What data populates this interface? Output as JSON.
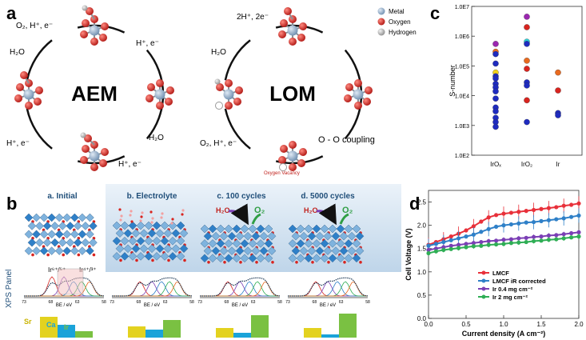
{
  "panel_a": {
    "letter": "a",
    "aem_label": "AEM",
    "lom_label": "LOM",
    "aem_steps": [
      "O₂, H⁺, e⁻",
      "H⁺, e⁻",
      "H₂O",
      "H⁺, e⁻",
      "H₂O",
      "H⁺, e⁻"
    ],
    "lom_steps": [
      "2H⁺, 2e⁻",
      "H₂O",
      "O₂, H⁺, e⁻",
      "O - O coupling"
    ],
    "oxygen_vacancy": "Oxygen Vacancy",
    "legend": [
      "Metal",
      "Oxygen",
      "Hydrogen"
    ],
    "colors": {
      "metal": "#8aa9c9",
      "oxygen": "#d8241f",
      "hydrogen": "#b9b9b9"
    }
  },
  "panel_b": {
    "letter": "b",
    "titles": [
      "a. Initial",
      "b. Electrolyte",
      "c. 100 cycles",
      "d. 5000 cycles"
    ],
    "species": [
      "H₂O",
      "O₂"
    ],
    "peak_labels": [
      "Ir⁶⁺/⁵⁺",
      "Ir⁴⁺/³⁺"
    ],
    "axis_label": "BE / eV",
    "axis_ticks": [
      "73",
      "68",
      "63",
      "58"
    ],
    "side_label": "XPS Panel",
    "element_labels": [
      "Sr",
      "Ca",
      "Ir"
    ],
    "bar_colors": [
      "#e3d21f",
      "#1aa3d9",
      "#7ac142"
    ]
  },
  "panel_c": {
    "letter": "c",
    "ylabel": "S-number",
    "y_ticks": [
      "1.0E2",
      "1.0E3",
      "1.0E4",
      "1.0E5",
      "1.0E6",
      "1.0E7"
    ],
    "categories": [
      "IrOₓ",
      "IrO₂",
      "Ir"
    ]
  },
  "panel_d": {
    "letter": "d",
    "xlabel": "Current density (A cm⁻²)",
    "ylabel": "Cell Voltage (V)",
    "x_ticks": [
      "0.0",
      "0.5",
      "1.0",
      "1.5",
      "2.0"
    ],
    "y_ticks": [
      "0.0",
      "0.5",
      "1.0",
      "1.5",
      "2.0",
      "2.5"
    ],
    "legend": [
      "LMCF",
      "LMCF iR corrected",
      "Ir 0.4 mg cm⁻²",
      "Ir 2 mg cm⁻²"
    ]
  },
  "chart_data": [
    {
      "type": "scatter",
      "ylabel": "S-number",
      "log_y": true,
      "ylim": [
        100,
        10000000
      ],
      "categories": [
        "IrOₓ",
        "IrO₂",
        "Ir"
      ],
      "series": [
        {
          "category": "IrOₓ",
          "values": [
            550000,
            300000,
            250000,
            120000,
            60000,
            45000,
            38000,
            25000,
            19000,
            14000,
            8000,
            4000,
            3000,
            1800,
            1300,
            900
          ],
          "colors": [
            "#9b27b0",
            "#e86a1f",
            "#1e2bbf",
            "#1e2bbf",
            "#f2d21b",
            "#1e2bbf",
            "#1e2bbf",
            "#1e2bbf",
            "#1e2bbf",
            "#1e2bbf",
            "#1e2bbf",
            "#1e2bbf",
            "#1e2bbf",
            "#1e2bbf",
            "#1e2bbf",
            "#1e2bbf"
          ]
        },
        {
          "category": "IrO₂",
          "values": [
            4500000,
            2000000,
            650000,
            550000,
            150000,
            80000,
            28000,
            22000,
            7000,
            1300
          ],
          "colors": [
            "#9b27b0",
            "#d8241f",
            "#2bd0d8",
            "#1e2bbf",
            "#e86a1f",
            "#d8241f",
            "#1e2bbf",
            "#1e2bbf",
            "#d8241f",
            "#1e2bbf"
          ]
        },
        {
          "category": "Ir",
          "values": [
            60000,
            15000,
            2600,
            2200
          ],
          "colors": [
            "#e86a1f",
            "#d8241f",
            "#1e2bbf",
            "#1e2bbf"
          ]
        }
      ]
    },
    {
      "type": "line",
      "xlabel": "Current density (A cm⁻²)",
      "ylabel": "Cell Voltage (V)",
      "xlim": [
        0,
        2
      ],
      "ylim": [
        0,
        2.75
      ],
      "x": [
        0,
        0.1,
        0.2,
        0.3,
        0.4,
        0.5,
        0.6,
        0.7,
        0.8,
        0.9,
        1.0,
        1.1,
        1.2,
        1.3,
        1.4,
        1.5,
        1.6,
        1.7,
        1.8,
        1.9,
        2.0
      ],
      "series": [
        {
          "name": "LMCF",
          "color": "#e8303a",
          "values": [
            1.58,
            1.64,
            1.7,
            1.76,
            1.82,
            1.89,
            1.98,
            2.08,
            2.17,
            2.22,
            2.25,
            2.27,
            2.29,
            2.31,
            2.33,
            2.35,
            2.37,
            2.39,
            2.42,
            2.44,
            2.47
          ]
        },
        {
          "name": "LMCF iR corrected",
          "color": "#2f80c8",
          "values": [
            1.56,
            1.6,
            1.64,
            1.68,
            1.72,
            1.76,
            1.8,
            1.86,
            1.92,
            1.97,
            2.0,
            2.02,
            2.04,
            2.06,
            2.07,
            2.09,
            2.11,
            2.13,
            2.15,
            2.18,
            2.21
          ]
        },
        {
          "name": "Ir 0.4 mg cm⁻²",
          "color": "#7b3fb5",
          "values": [
            1.47,
            1.5,
            1.53,
            1.56,
            1.58,
            1.6,
            1.62,
            1.64,
            1.66,
            1.67,
            1.69,
            1.7,
            1.72,
            1.73,
            1.75,
            1.76,
            1.78,
            1.79,
            1.81,
            1.83,
            1.85
          ]
        },
        {
          "name": "Ir 2 mg cm⁻²",
          "color": "#2fae55",
          "values": [
            1.4,
            1.44,
            1.47,
            1.49,
            1.51,
            1.53,
            1.55,
            1.56,
            1.58,
            1.59,
            1.6,
            1.62,
            1.63,
            1.64,
            1.66,
            1.67,
            1.69,
            1.7,
            1.72,
            1.74,
            1.76
          ]
        }
      ]
    }
  ]
}
